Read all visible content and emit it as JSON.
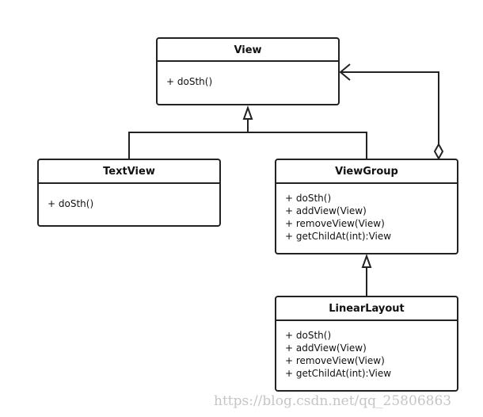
{
  "classes": {
    "view": {
      "name": "View",
      "members": [
        "+ doSth()"
      ]
    },
    "textview": {
      "name": "TextView",
      "members": [
        "+ doSth()"
      ]
    },
    "viewgroup": {
      "name": "ViewGroup",
      "members": [
        "+ doSth()",
        "+ addView(View)",
        "+ removeView(View)",
        "+ getChildAt(int):View"
      ]
    },
    "linearlayout": {
      "name": "LinearLayout",
      "members": [
        "+ doSth()",
        "+ addView(View)",
        "+ removeView(View)",
        "+ getChildAt(int):View"
      ]
    }
  },
  "watermark": "https://blog.csdn.net/qq_25806863"
}
